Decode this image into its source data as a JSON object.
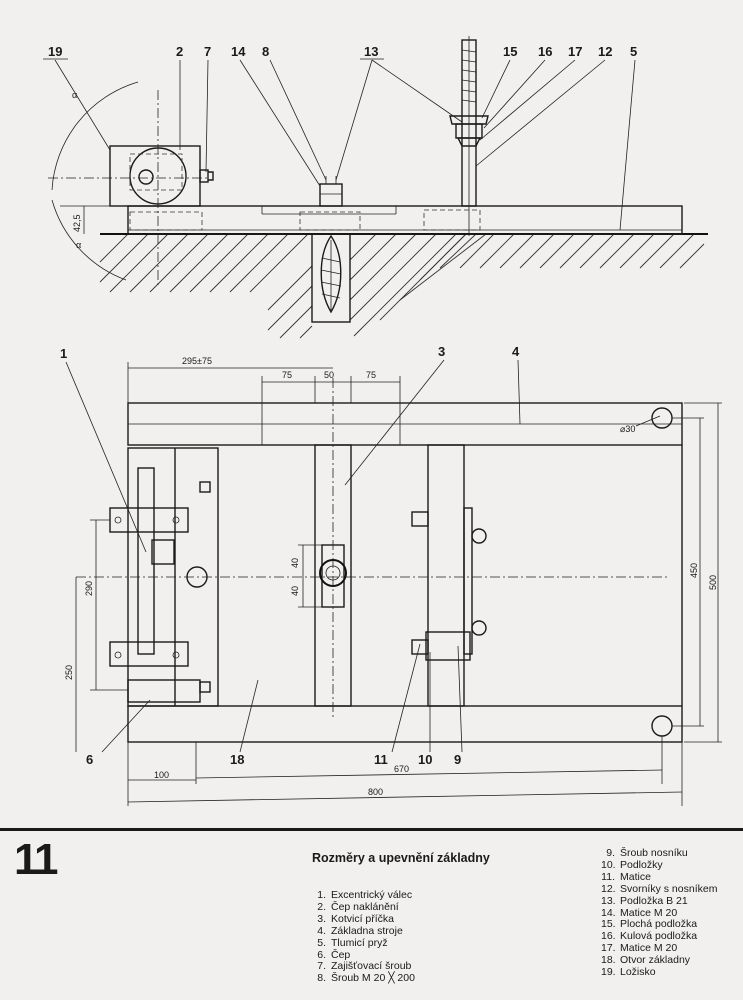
{
  "figure": {
    "number": "11",
    "title": "Rozměry a upevnění základny"
  },
  "part_labels": [
    "19",
    "2",
    "7",
    "14",
    "8",
    "13",
    "15",
    "16",
    "17",
    "12",
    "5",
    "1",
    "3",
    "4",
    "6",
    "18",
    "11",
    "10",
    "9"
  ],
  "dimensions": {
    "d_425": "42,5",
    "d_295": "295±75",
    "d_75a": "75",
    "d_50": "50",
    "d_75b": "75",
    "d_phi30": "⌀30",
    "d_40a": "40",
    "d_40b": "40",
    "d_290": "290",
    "d_250": "250",
    "d_450": "450",
    "d_500": "500",
    "d_100": "100",
    "d_670": "670",
    "d_800": "800",
    "alpha1": "α",
    "alpha2": "α"
  },
  "legend": {
    "left": [
      {
        "num": "1.",
        "text": "Excentrický válec"
      },
      {
        "num": "2.",
        "text": "Čep naklánění"
      },
      {
        "num": "3.",
        "text": "Kotvicí příčka"
      },
      {
        "num": "4.",
        "text": "Základna stroje"
      },
      {
        "num": "5.",
        "text": "Tlumicí pryž"
      },
      {
        "num": "6.",
        "text": "Čep"
      },
      {
        "num": "7.",
        "text": "Zajišťovací šroub"
      },
      {
        "num": "8.",
        "text": "Šroub M 20 ╳ 200"
      }
    ],
    "right": [
      {
        "num": "9.",
        "text": "Šroub nosníku"
      },
      {
        "num": "10.",
        "text": "Podložky"
      },
      {
        "num": "11.",
        "text": "Matice"
      },
      {
        "num": "12.",
        "text": "Svorníky s nosníkem"
      },
      {
        "num": "13.",
        "text": "Podložka B 21"
      },
      {
        "num": "14.",
        "text": "Matice M 20"
      },
      {
        "num": "15.",
        "text": "Plochá podložka"
      },
      {
        "num": "16.",
        "text": "Kulová podložka"
      },
      {
        "num": "17.",
        "text": "Matice M 20"
      },
      {
        "num": "18.",
        "text": "Otvor základny"
      },
      {
        "num": "19.",
        "text": "Ložisko"
      }
    ]
  }
}
